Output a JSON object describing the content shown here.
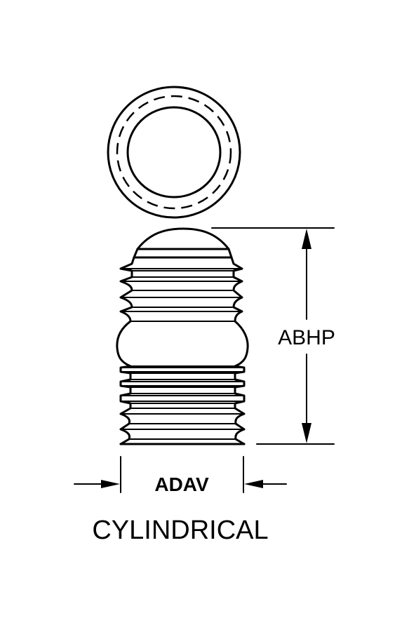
{
  "drawing": {
    "height_dimension_label": "ABHP",
    "width_dimension_label": "ADAV",
    "shape_caption": "CYLINDRICAL",
    "line_color": "#000000",
    "background_color": "#ffffff"
  }
}
